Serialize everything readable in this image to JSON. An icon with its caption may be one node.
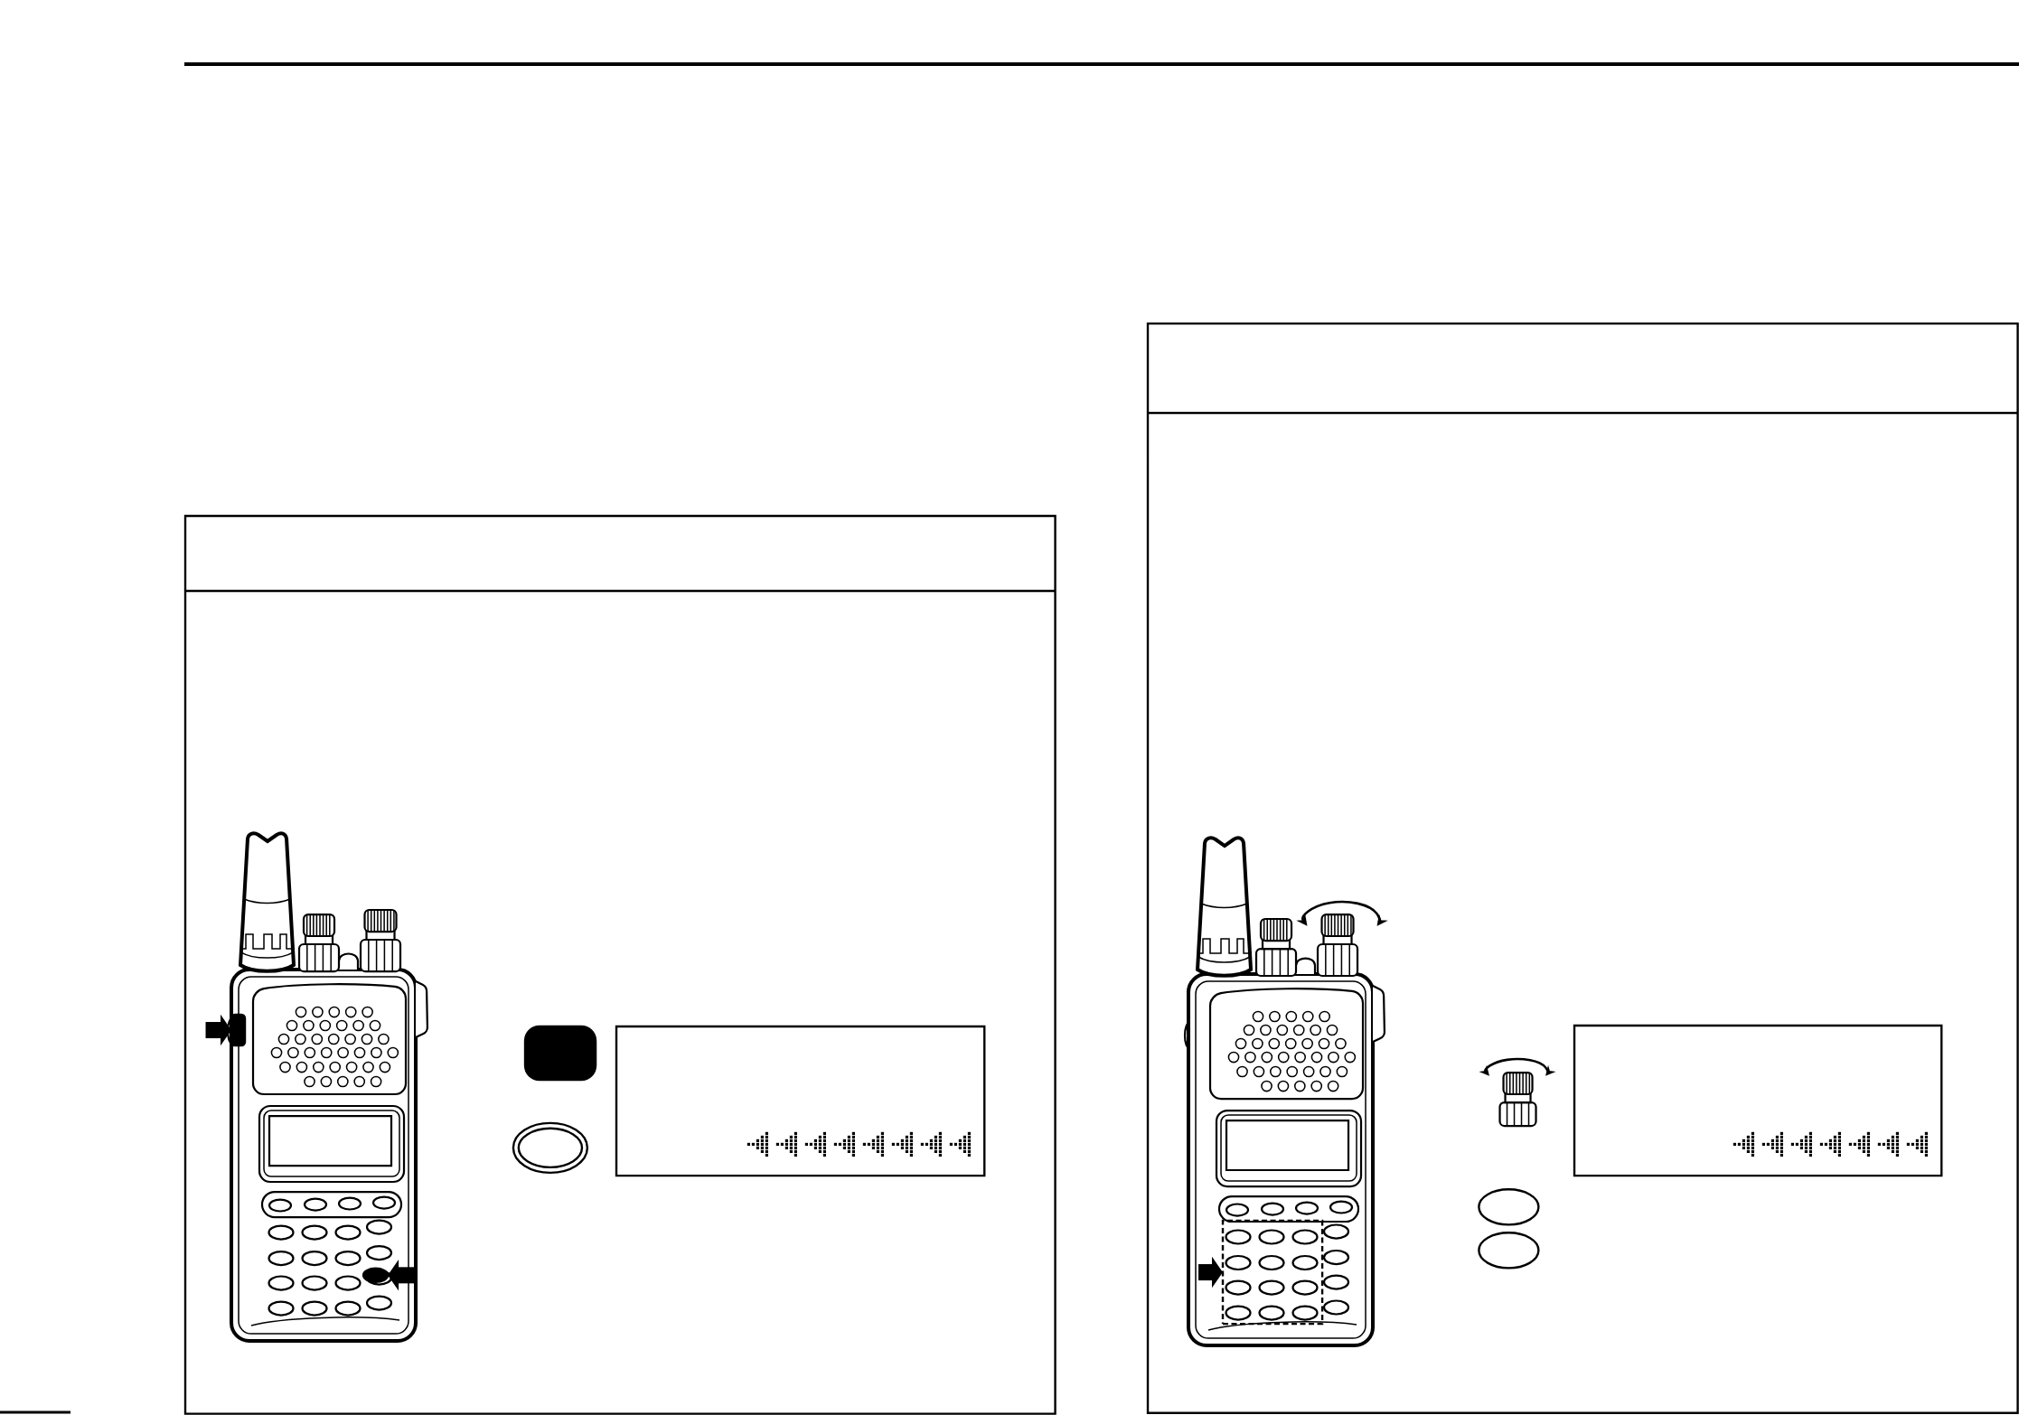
{
  "diagram": {
    "nodes": [
      {
        "text": [],
        "shape": "box"
      },
      {
        "text": [],
        "shape": "picture",
        "in": 0
      },
      {
        "text": [],
        "shape": "box",
        "in": 1
      },
      {
        "text": [],
        "shape": "ellipse",
        "in": 1
      },
      {
        "text": [],
        "shape": "box",
        "in": 0
      },
      {
        "text": [],
        "shape": "ellipse",
        "in": 0
      },
      {
        "text": [],
        "shape": "box",
        "in": 0
      },
      {
        "text": [],
        "shape": "box"
      },
      {
        "text": [],
        "shape": "picture",
        "in": 7
      },
      {
        "text": [],
        "shape": "box",
        "in": 8
      },
      {
        "text": [],
        "shape": "box",
        "in": 7
      },
      {
        "text": [],
        "shape": "ellipse",
        "in": 7
      },
      {
        "text": [],
        "shape": "ellipse",
        "in": 7
      }
    ],
    "edges": [
      {
        "from": null,
        "to": 2,
        "arrow": "to"
      },
      {
        "from": null,
        "to": 3,
        "arrow": "to"
      },
      {
        "from": null,
        "to": 9,
        "arrow": "to"
      }
    ]
  }
}
